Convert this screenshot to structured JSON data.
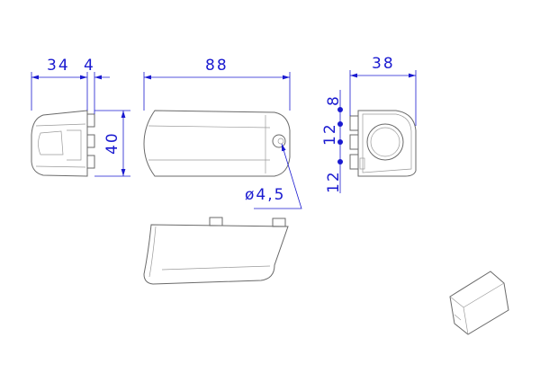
{
  "dimensions": {
    "left_width": "34",
    "left_tab": "4",
    "length": "88",
    "height": "40",
    "hole_diameter": "ø4,5",
    "end_width": "38",
    "offset_top": "8",
    "spacing_1": "12",
    "spacing_2": "12"
  },
  "colors": {
    "dimension": "#1a1ad0",
    "outline": "#6a6a6a"
  }
}
